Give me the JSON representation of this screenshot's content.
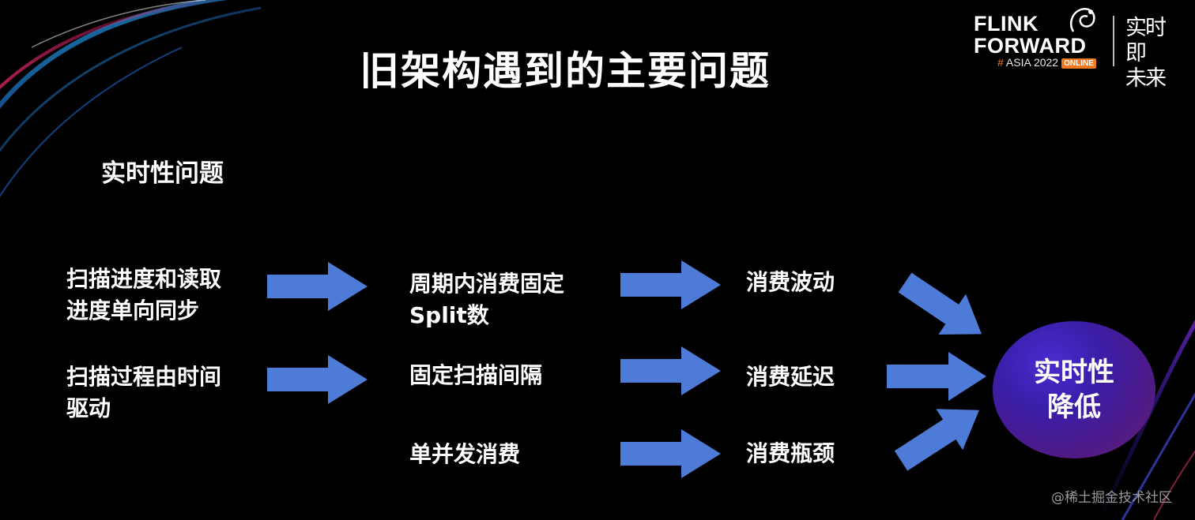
{
  "title": "旧架构遇到的主要问题",
  "section_heading": "实时性问题",
  "causes": [
    [
      "扫描进度和读取",
      "进度单向同步"
    ],
    [
      "扫描过程由时间",
      "驱动"
    ]
  ],
  "mechanisms": [
    [
      "周期内消费固定",
      "Split数"
    ],
    [
      "固定扫描间隔"
    ],
    [
      "单并发消费"
    ]
  ],
  "effects": [
    "消费波动",
    "消费延迟",
    "消费瓶颈"
  ],
  "result": [
    "实时性",
    "降低"
  ],
  "logo": {
    "line1": "FLINK",
    "line2": "FORWARD",
    "hash": "#",
    "event": "ASIA 2022",
    "badge": "ONLINE",
    "slogan": [
      "实时即",
      "未来"
    ]
  },
  "watermark": "@稀土掘金技术社区",
  "colors": {
    "arrow": "#4f7bd8",
    "circle_start": "#3a1ea8",
    "circle_end": "#6a1f6e",
    "accent": "#f0781e"
  }
}
